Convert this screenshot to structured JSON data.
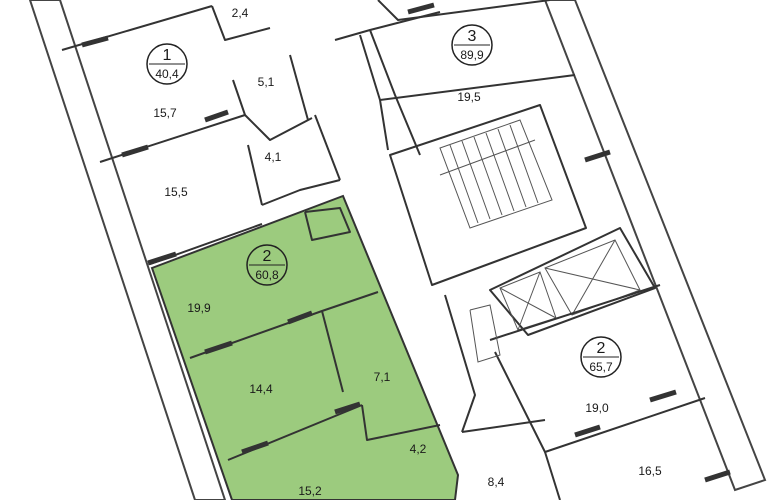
{
  "colors": {
    "highlight_fill": "#9ccb7e",
    "wall": "#333333",
    "window": "#333333",
    "background": "#ffffff"
  },
  "apartments": [
    {
      "rooms": "1",
      "area": "40,4"
    },
    {
      "rooms": "3",
      "area": "89,9"
    },
    {
      "rooms": "2",
      "area": "60,8",
      "highlighted": true
    },
    {
      "rooms": "2",
      "area": "65,7"
    }
  ],
  "room_labels": [
    "2,4",
    "15,7",
    "5,1",
    "4,1",
    "15,5",
    "19,5",
    "19,9",
    "14,4",
    "7,1",
    "4,2",
    "15,2",
    "19,0",
    "8,4",
    "16,5"
  ]
}
